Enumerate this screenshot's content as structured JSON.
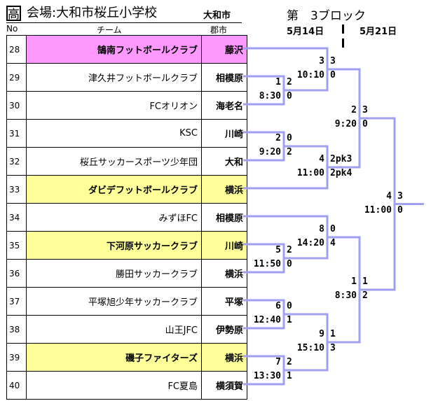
{
  "header": {
    "badge": "高",
    "venue": "会場:大和市桜丘小学校",
    "city": "大和市",
    "block_title": "第　3ブロック",
    "dates": [
      "5月14日",
      "5月21日"
    ]
  },
  "columns": {
    "no": "No",
    "team": "チーム",
    "city": "郡市"
  },
  "teams": [
    {
      "no": "28",
      "team": "鵠南フットボールクラブ",
      "city": "藤沢",
      "highlight": "pink"
    },
    {
      "no": "29",
      "team": "津久井フットボールクラブ",
      "city": "相模原",
      "highlight": ""
    },
    {
      "no": "30",
      "team": "FCオリオン",
      "city": "海老名",
      "highlight": ""
    },
    {
      "no": "31",
      "team": "KSC",
      "city": "川崎",
      "highlight": ""
    },
    {
      "no": "32",
      "team": "桜丘サッカースポーツ少年団",
      "city": "大和",
      "highlight": ""
    },
    {
      "no": "33",
      "team": "ダビデフットボールクラブ",
      "city": "横浜",
      "highlight": "yellow"
    },
    {
      "no": "34",
      "team": "みずほFC",
      "city": "相模原",
      "highlight": ""
    },
    {
      "no": "35",
      "team": "下河原サッカークラブ",
      "city": "川崎",
      "highlight": "yellow"
    },
    {
      "no": "36",
      "team": "勝田サッカークラブ",
      "city": "横浜",
      "highlight": ""
    },
    {
      "no": "37",
      "team": "平塚旭少年サッカークラブ",
      "city": "平塚",
      "highlight": ""
    },
    {
      "no": "38",
      "team": "山王JFC",
      "city": "伊勢原",
      "highlight": ""
    },
    {
      "no": "39",
      "team": "磯子ファイターズ",
      "city": "横浜",
      "highlight": "yellow"
    },
    {
      "no": "40",
      "team": "FC夏島",
      "city": "横須賀",
      "highlight": ""
    }
  ],
  "matches": [
    {
      "id": "1",
      "time": "8:30",
      "score_top": "2",
      "score_bottom": "0"
    },
    {
      "id": "2",
      "time": "9:20",
      "score_top": "0",
      "score_bottom": "2"
    },
    {
      "id": "3",
      "time": "10:10",
      "score_top": "3",
      "score_bottom": "0"
    },
    {
      "id": "4",
      "time": "11:00",
      "score_top": "2pk3",
      "score_bottom": "2pk4"
    },
    {
      "id": "5",
      "time": "11:50",
      "score_top": "2",
      "score_bottom": "0"
    },
    {
      "id": "6",
      "time": "12:40",
      "score_top": "0",
      "score_bottom": "1"
    },
    {
      "id": "7",
      "time": "13:30",
      "score_top": "2",
      "score_bottom": "1"
    },
    {
      "id": "8",
      "time": "14:20",
      "score_top": "0",
      "score_bottom": "4"
    },
    {
      "id": "9",
      "time": "15:10",
      "score_top": "1",
      "score_bottom": "3"
    },
    {
      "id": "2",
      "time": "9:20",
      "score_top": "3",
      "score_bottom": "0"
    },
    {
      "id": "1",
      "time": "8:30",
      "score_top": "1",
      "score_bottom": "2"
    },
    {
      "id": "4",
      "time": "11:00",
      "score_top": "3",
      "score_bottom": "0"
    }
  ],
  "colors": {
    "bracket": "#a0a0f0",
    "pink": "#ff99ff",
    "yellow": "#ffff99"
  }
}
